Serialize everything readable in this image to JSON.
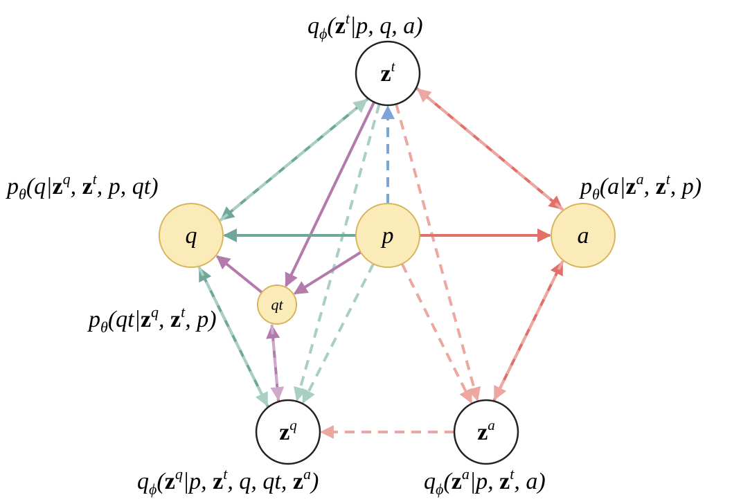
{
  "colors": {
    "teal": "#6fa89b",
    "teal_light": "#a9cfc4",
    "red": "#e07068",
    "red_light": "#eca7a0",
    "purple": "#b27bac",
    "purple_light": "#cfa9ca",
    "blue": "#7ea4dc",
    "observed_fill": "#fbebb9",
    "observed_stroke": "#d8b45c",
    "latent_fill": "#ffffff",
    "latent_stroke": "#222222"
  },
  "nodes": {
    "zt": {
      "main": "z",
      "sup": "t",
      "kind": "latent"
    },
    "q": {
      "main": "q",
      "kind": "observed"
    },
    "p": {
      "main": "p",
      "kind": "observed"
    },
    "a": {
      "main": "a",
      "kind": "observed"
    },
    "qt": {
      "main": "qt",
      "kind": "observed"
    },
    "zq": {
      "main": "z",
      "sup": "q",
      "kind": "latent"
    },
    "za": {
      "main": "z",
      "sup": "a",
      "kind": "latent"
    }
  },
  "labels": {
    "zt": {
      "fn": "q",
      "sub": "ϕ",
      "open": "(",
      "v": "z",
      "vsup": "t",
      "rest": "|p, q, a)"
    },
    "q": {
      "fn": "p",
      "sub": "θ",
      "open": "(q|",
      "v": "z",
      "vsup": "q",
      "mid": ", ",
      "v2": "z",
      "v2sup": "t",
      "rest": ", p, qt)"
    },
    "a": {
      "fn": "p",
      "sub": "θ",
      "open": "(a|",
      "v": "z",
      "vsup": "a",
      "mid": ", ",
      "v2": "z",
      "v2sup": "t",
      "rest": ", p)"
    },
    "qt": {
      "fn": "p",
      "sub": "θ",
      "open": "(qt|",
      "v": "z",
      "vsup": "q",
      "mid": ", ",
      "v2": "z",
      "v2sup": "t",
      "rest": ", p)"
    },
    "zq": {
      "fn": "q",
      "sub": "ϕ",
      "open": "(",
      "v": "z",
      "vsup": "q",
      "mid": "|p, ",
      "v2": "z",
      "v2sup": "t",
      "mid2": ", q, qt, ",
      "v3": "z",
      "v3sup": "a",
      "rest": ")"
    },
    "za": {
      "fn": "q",
      "sub": "ϕ",
      "open": "(",
      "v": "z",
      "vsup": "a",
      "mid": "|p, ",
      "v2": "z",
      "v2sup": "t",
      "rest": ", a)"
    }
  },
  "edges": [
    {
      "from": "zt",
      "to": "q",
      "color": "teal",
      "dashed": false
    },
    {
      "from": "q",
      "to": "zt",
      "color": "teal_light",
      "dashed": true
    },
    {
      "from": "zt",
      "to": "a",
      "color": "red",
      "dashed": false
    },
    {
      "from": "a",
      "to": "zt",
      "color": "red_light",
      "dashed": true
    },
    {
      "from": "p",
      "to": "zt",
      "color": "blue",
      "dashed": true
    },
    {
      "from": "zt",
      "to": "qt",
      "color": "purple",
      "dashed": false
    },
    {
      "from": "zt",
      "to": "zq",
      "color": "teal_light",
      "dashed": true
    },
    {
      "from": "zt",
      "to": "za",
      "color": "red_light",
      "dashed": true
    },
    {
      "from": "p",
      "to": "q",
      "color": "teal",
      "dashed": false
    },
    {
      "from": "p",
      "to": "a",
      "color": "red",
      "dashed": false
    },
    {
      "from": "p",
      "to": "qt",
      "color": "purple",
      "dashed": false
    },
    {
      "from": "qt",
      "to": "q",
      "color": "purple",
      "dashed": false
    },
    {
      "from": "p",
      "to": "zq",
      "color": "teal_light",
      "dashed": true
    },
    {
      "from": "p",
      "to": "za",
      "color": "red_light",
      "dashed": true
    },
    {
      "from": "zq",
      "to": "q",
      "color": "teal",
      "dashed": false
    },
    {
      "from": "q",
      "to": "zq",
      "color": "teal_light",
      "dashed": true
    },
    {
      "from": "zq",
      "to": "qt",
      "color": "purple",
      "dashed": false
    },
    {
      "from": "qt",
      "to": "zq",
      "color": "purple_light",
      "dashed": true
    },
    {
      "from": "za",
      "to": "a",
      "color": "red",
      "dashed": false
    },
    {
      "from": "a",
      "to": "za",
      "color": "red_light",
      "dashed": true
    },
    {
      "from": "za",
      "to": "zq",
      "color": "red_light",
      "dashed": true
    }
  ]
}
